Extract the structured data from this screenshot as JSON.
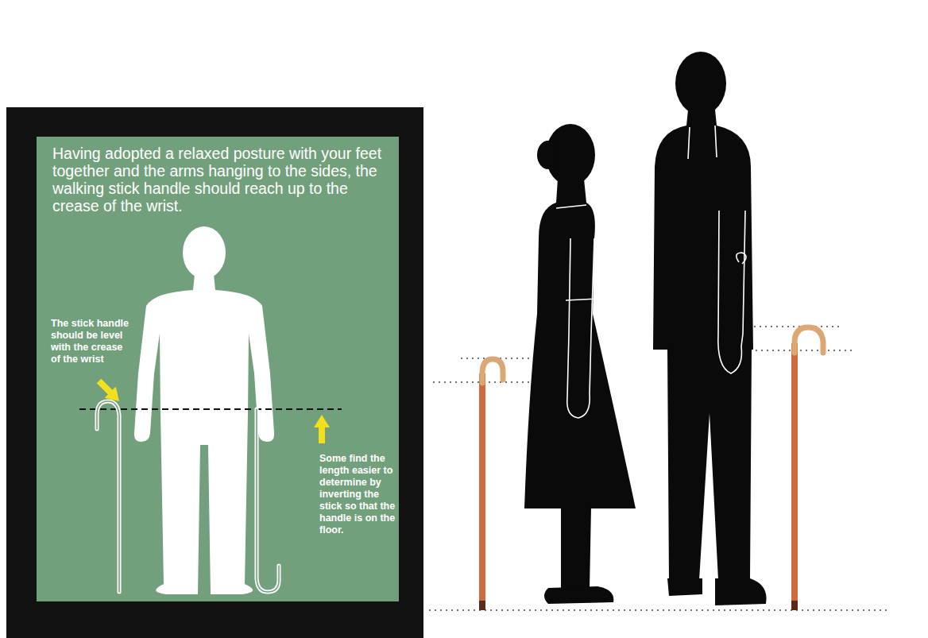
{
  "diagram": {
    "nodes": [
      {
        "text": [
          "Having adopted a relaxed posture with your feet together and the arms hanging to the sides, the walking stick handle should reach up to the crease of the wrist.",
          "The stick handle should be level with the crease of the wrist",
          "Some find the length easier to determine by inverting the stick so that the handle is on the floor."
        ]
      }
    ]
  }
}
